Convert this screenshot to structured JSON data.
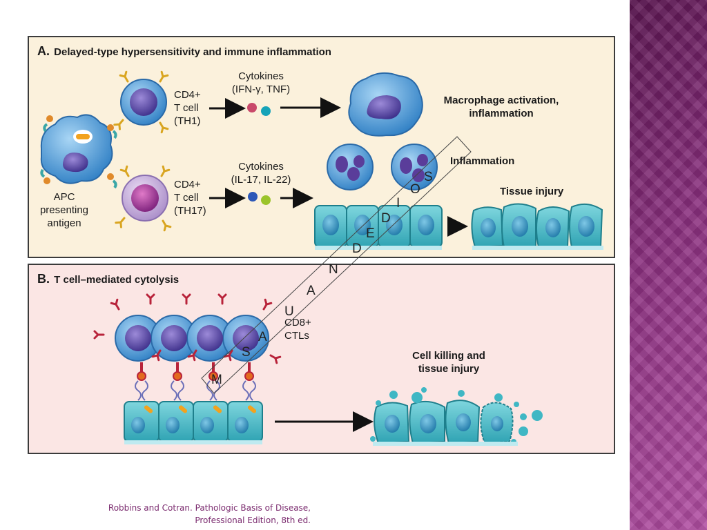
{
  "slide": {
    "panel_a": {
      "letter": "A.",
      "title": "Delayed-type hypersensitivity and immune inflammation",
      "apc_label": [
        "APC",
        "presenting",
        "antigen"
      ],
      "th1_label": [
        "CD4+",
        "T cell",
        "(TH1)"
      ],
      "th17_label": [
        "CD4+",
        "T cell",
        "(TH17)"
      ],
      "cytokines_1": [
        "Cytokines",
        "(IFN-γ, TNF)"
      ],
      "cytokines_2": [
        "Cytokines",
        "(IL-17, IL-22)"
      ],
      "macrophage_label": [
        "Macrophage activation,",
        "inflammation"
      ],
      "inflammation_label": "Inflammation",
      "tissue_injury_label": "Tissue injury"
    },
    "panel_b": {
      "letter": "B.",
      "title": "T cell–mediated cytolysis",
      "ctl_label": [
        "CD8+",
        "CTLs"
      ],
      "killing_label": [
        "Cell killing and",
        "tissue injury"
      ]
    },
    "watermark_letters": [
      "M",
      "S",
      "A",
      "U",
      "A",
      "N",
      "D",
      "E",
      "D",
      "I",
      "O",
      "S"
    ],
    "citation": [
      "Robbins and Cotran. Pathologic Basis of Disease,",
      "Professional Edition, 8th ed."
    ],
    "colors": {
      "accent_sidebar": "#8a2f7e",
      "panel_a_bg": "#fbf1dc",
      "panel_b_bg": "#fbe6e4",
      "cell_blue": "#3f8fd0",
      "epithelium_teal": "#3fb7c4",
      "citation_text": "#7a2a6e"
    }
  }
}
